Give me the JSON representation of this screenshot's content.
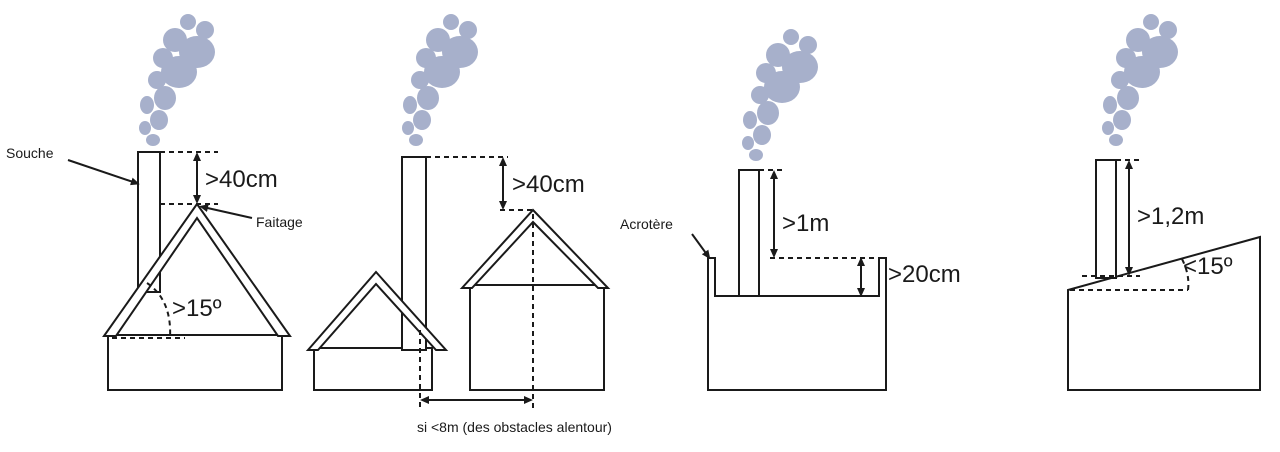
{
  "labels": {
    "souche": "Souche",
    "faitage": "Faitage",
    "d1_height": ">40cm",
    "d1_angle": ">15º",
    "d2_height": ">40cm",
    "d2_distance": "si <8m (des obstacles alentour)",
    "acrotere": "Acrotère",
    "d3_height": ">1m",
    "d3_parapet": ">20cm",
    "d4_height": ">1,2m",
    "d4_angle": "<15º"
  },
  "colors": {
    "smoke": "#a7b0cb",
    "line": "#1a1a1a"
  }
}
